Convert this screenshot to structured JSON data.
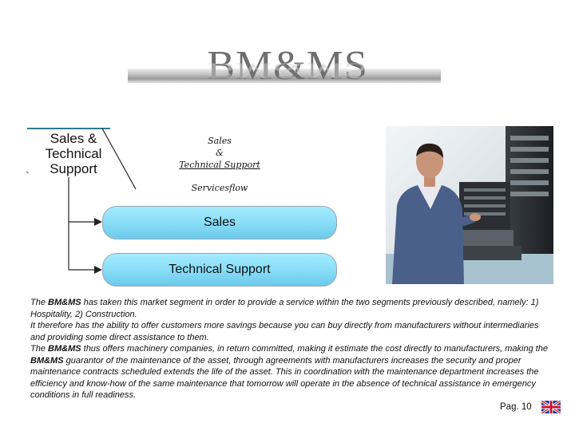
{
  "header": {
    "logo_text": "BM&MS"
  },
  "diagram": {
    "box_title": [
      "Sales &",
      "Technical",
      "Support"
    ],
    "tick": "`",
    "flow_items": [
      "Sales",
      "Technical Support"
    ],
    "caption_sales": "Sales",
    "caption_amp": "&",
    "caption_tech": "Technical Support",
    "caption_flow": "Servicesflow"
  },
  "body": {
    "p1_pre": "The ",
    "p1_brand": "BM&MS",
    "p1_post": " has taken this market segment in order to provide a service within the two segments previously described, namely: 1) Hospitality, 2) Construction.",
    "p2": "It therefore has the ability to offer customers more savings because you can buy directly from manufacturers without intermediaries and providing some direct assistance to them.",
    "p3_pre": "The ",
    "p3_brand1": "BM&MS",
    "p3_mid": " thus offers machinery companies, in return committed, making it estimate the cost directly to manufacturers, making the ",
    "p3_brand2": "BM&MS",
    "p3_post": " guarantor of the maintenance of the asset, through agreements with manufacturers increases the security and proper maintenance contracts scheduled extends the life of the asset. This in coordination with the maintenance department increases the efficiency and know-how of the same maintenance that tomorrow will operate in the absence of technical assistance in emergency conditions in full readiness."
  },
  "footer": {
    "page_label": "Pag. 10"
  },
  "colors": {
    "box_fill": "#86dcf6",
    "logo_gray": "#6f6f6f"
  }
}
